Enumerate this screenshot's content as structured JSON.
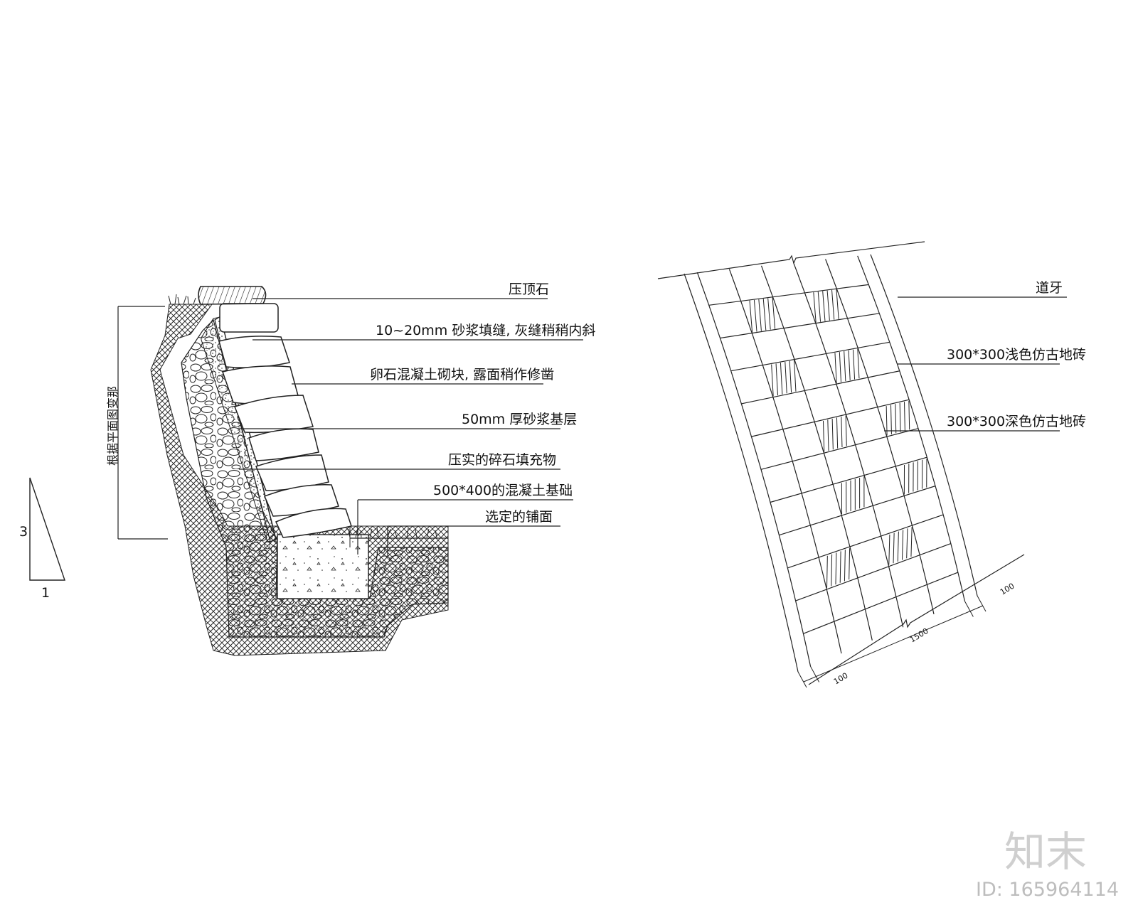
{
  "section_labels": {
    "coping_stone": "压顶石",
    "mortar_joint": "10~20mm 砂浆填缝, 灰缝稍稍内斜",
    "cobble_block": "卵石混凝土砌块, 露面稍作修凿",
    "mortar_base": "50mm 厚砂浆基层",
    "gravel_fill": "压实的碎石填充物",
    "concrete_footing": "500*400的混凝土基础",
    "paving": "选定的铺面",
    "vertical_note": "根据平面图变那"
  },
  "slope": {
    "rise": "3",
    "run": "1"
  },
  "plan_labels": {
    "curb": "道牙",
    "light_tile": "300*300浅色仿古地砖",
    "dark_tile": "300*300深色仿古地砖"
  },
  "dimensions": {
    "total_width": "1500",
    "curb_width_left": "100",
    "curb_width_right": "100"
  },
  "watermark": {
    "brand": "知末",
    "id": "ID: 165964114"
  }
}
